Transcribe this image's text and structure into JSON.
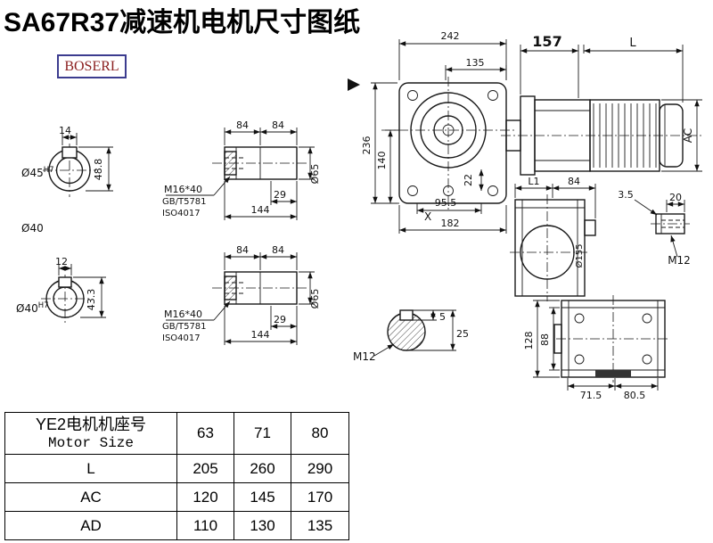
{
  "title": "SA67R37减速机电机尺寸图纸",
  "logo": "BOSERL",
  "views": {
    "shaft_end_1": {
      "key_width": "14",
      "bore": "Ø45",
      "bore_tol": "H7",
      "depth": "48.8",
      "outer_dia": "Ø40"
    },
    "shaft_end_2": {
      "key_width": "12",
      "bore": "Ø40",
      "bore_tol": "H7",
      "depth": "43.3"
    },
    "shaft_1": {
      "seg_a": "84",
      "seg_b": "84",
      "thread": "M16*40",
      "std_1": "GB/T5781",
      "std_2": "ISO4017",
      "thread_len": "29",
      "total_len": "144",
      "dia": "Ø65"
    },
    "shaft_2": {
      "seg_a": "84",
      "seg_b": "84",
      "thread": "M16*40",
      "std_1": "GB/T5781",
      "std_2": "ISO4017",
      "thread_len": "29",
      "total_len": "144",
      "dia": "Ø65"
    },
    "main": {
      "overall_width": "242",
      "inner_width": "135",
      "flange_width": "157",
      "motor_length": "L",
      "overall_height": "236",
      "center_height": "140",
      "motor_dia": "AC",
      "hub_depth": "22",
      "foot_offset": "95.5",
      "x_label": "X",
      "base_width": "182"
    },
    "side": {
      "l1": "L1",
      "hub_len": "84",
      "groove_w": "3.5",
      "tap_depth": "20",
      "flange_dia": "Ø155",
      "tap": "M12"
    },
    "key_section": {
      "key_depth": "5",
      "key_height": "25",
      "tap": "M12"
    },
    "bottom": {
      "height": "128",
      "inner_height": "88",
      "foot_a": "71.5",
      "foot_b": "80.5"
    }
  },
  "table": {
    "header_cn": "YE2电机机座号",
    "header_en": "Motor Size",
    "sizes": [
      "63",
      "71",
      "80"
    ],
    "rows": [
      {
        "label": "L",
        "values": [
          "205",
          "260",
          "290"
        ]
      },
      {
        "label": "AC",
        "values": [
          "120",
          "145",
          "170"
        ]
      },
      {
        "label": "AD",
        "values": [
          "110",
          "130",
          "135"
        ]
      }
    ]
  }
}
